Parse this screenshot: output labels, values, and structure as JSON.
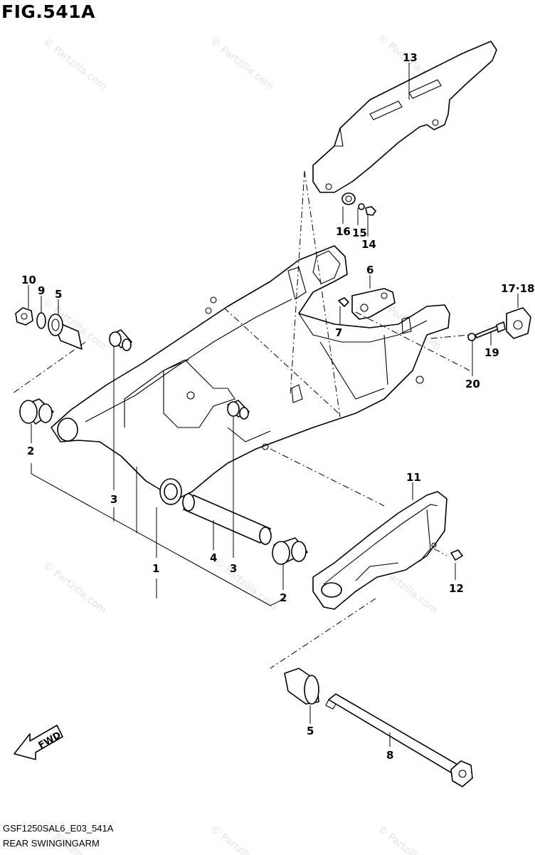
{
  "figure": {
    "title": "FIG.541A",
    "code": "GSF1250SAL6_E03_541A",
    "name": "REAR SWINGINGARM"
  },
  "watermark": {
    "text": "© Partzilla.com",
    "color": "#e2e2e2"
  },
  "fwd_label": "FWD",
  "callouts": [
    {
      "id": "c13",
      "text": "13"
    },
    {
      "id": "c16",
      "text": "16"
    },
    {
      "id": "c15",
      "text": "15"
    },
    {
      "id": "c14",
      "text": "14"
    },
    {
      "id": "c10",
      "text": "10"
    },
    {
      "id": "c9",
      "text": "9"
    },
    {
      "id": "c5a",
      "text": "5"
    },
    {
      "id": "c6",
      "text": "6"
    },
    {
      "id": "c7",
      "text": "7"
    },
    {
      "id": "c17",
      "text": "17·18"
    },
    {
      "id": "c19",
      "text": "19"
    },
    {
      "id": "c20",
      "text": "20"
    },
    {
      "id": "c2a",
      "text": "2"
    },
    {
      "id": "c3a",
      "text": "3"
    },
    {
      "id": "c1",
      "text": "1"
    },
    {
      "id": "c4",
      "text": "4"
    },
    {
      "id": "c3b",
      "text": "3"
    },
    {
      "id": "c2b",
      "text": "2"
    },
    {
      "id": "c11",
      "text": "11"
    },
    {
      "id": "c12",
      "text": "12"
    },
    {
      "id": "c5b",
      "text": "5"
    },
    {
      "id": "c8",
      "text": "8"
    }
  ]
}
